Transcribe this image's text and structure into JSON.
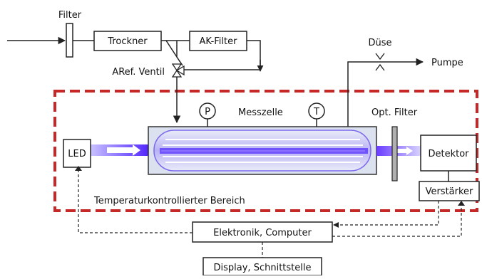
{
  "labels": {
    "filter": "Filter",
    "trockner": "Trockner",
    "ak_filter": "AK-Filter",
    "ventil": "ARef. Ventil",
    "duese": "Düse",
    "pumpe": "Pumpe",
    "pressure_sensor": "P",
    "temperature_sensor": "T",
    "messzelle": "Messzelle",
    "opt_filter": "Opt. Filter",
    "led": "LED",
    "detektor": "Detektor",
    "verstaerker": "Verstärker",
    "region": "Temperaturkontrollierter Bereich",
    "elektronik": "Elektronik, Computer",
    "display": "Display, Schnittstelle"
  },
  "colors": {
    "region_border": "#c62828",
    "beam": "#5b2bff",
    "cell_fill": "#dfe6f3",
    "line": "#222222"
  }
}
